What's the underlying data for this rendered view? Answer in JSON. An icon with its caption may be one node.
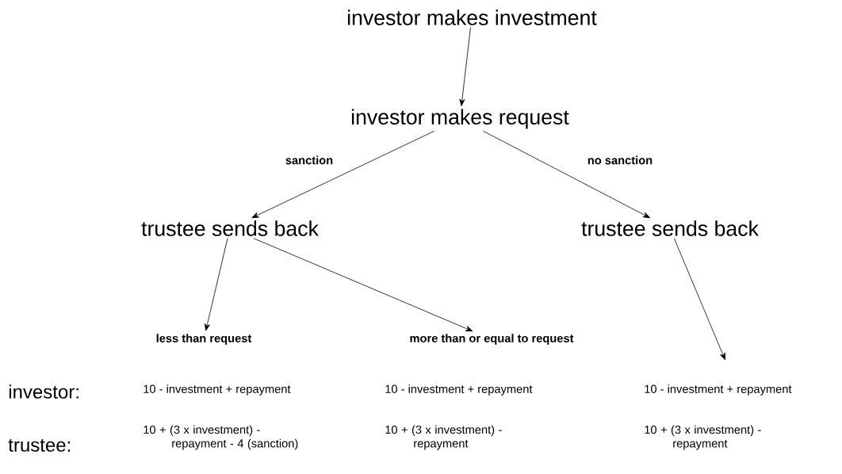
{
  "diagram": {
    "nodes": [
      {
        "text": [
          "investor makes investment"
        ]
      },
      {
        "text": [
          "investor makes request"
        ]
      },
      {
        "text": [
          "trustee sends back"
        ]
      },
      {
        "text": [
          "trustee sends back"
        ]
      },
      {
        "text": [
          "less than request"
        ]
      },
      {
        "text": [
          "more than or equal to request"
        ]
      }
    ],
    "edges": [
      {
        "from": 0,
        "to": 1,
        "arrow": "to"
      },
      {
        "from": 1,
        "to": 2,
        "arrow": "to",
        "label": "sanction"
      },
      {
        "from": 1,
        "to": 3,
        "arrow": "to",
        "label": "no sanction"
      },
      {
        "from": 2,
        "to": 4,
        "arrow": "to"
      },
      {
        "from": 2,
        "to": 5,
        "arrow": "to"
      },
      {
        "from": 3,
        "to": null,
        "arrow": "to"
      }
    ],
    "labels": [
      "investor:",
      "10 - investment + repayment",
      "10 - investment + repayment",
      "10 - investment + repayment",
      "trustee:",
      "10 + (3 x investment) - repayment - 4 (sanction)",
      "10 + (3 x investment) - repayment",
      "10 + (3 x investment) - repayment"
    ]
  }
}
